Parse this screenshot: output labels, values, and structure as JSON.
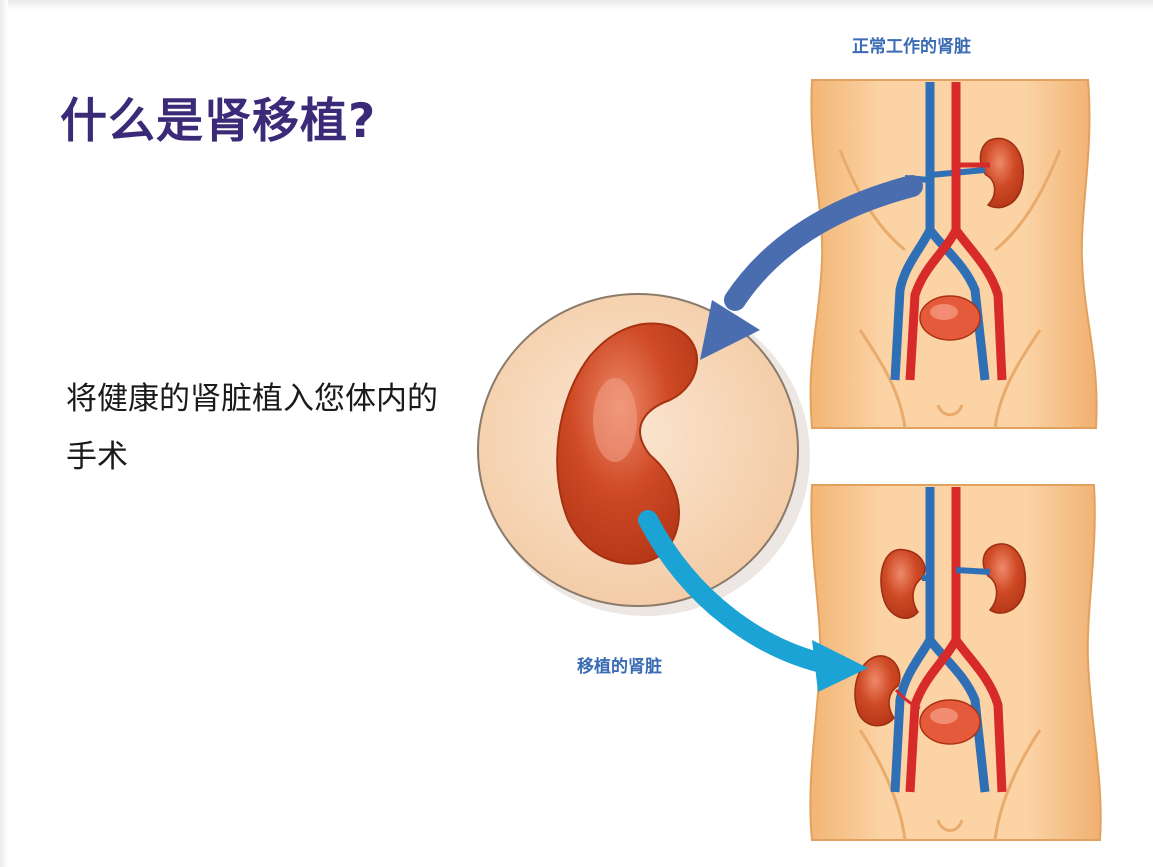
{
  "slide": {
    "title": "什么是肾移植?",
    "body": "将健康的肾脏植入您体内的手术",
    "caption_normal": "正常工作的肾脏",
    "caption_transplant": "移植的肾脏"
  },
  "colors": {
    "title": "#3b2a78",
    "caption": "#3a6bb4",
    "skin": "#f6c38c",
    "kidney": "#c7411f",
    "artery": "#d72a2a",
    "vein": "#2f6fb6",
    "arrow_blue": "#4a6db0",
    "arrow_cyan": "#1aa3d4",
    "circle_fill": "#f8d9bd"
  }
}
